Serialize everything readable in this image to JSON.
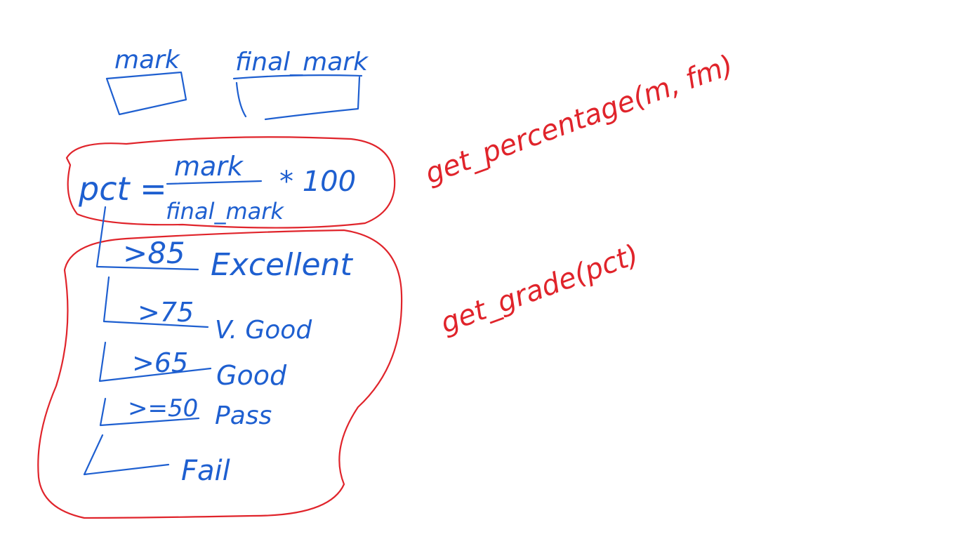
{
  "variables": {
    "mark_label": "mark",
    "final_mark_label": "final_mark"
  },
  "formula": {
    "lhs": "pct =",
    "numerator": "mark",
    "denominator": "final_mark",
    "multiplier": "* 100",
    "function_name": "get_percentage(m, fm)"
  },
  "grades": {
    "function_name": "get_grade(pct)",
    "rules": [
      {
        "condition": ">85",
        "label": "Excellent"
      },
      {
        "condition": ">75",
        "label": "V. Good"
      },
      {
        "condition": ">65",
        "label": "Good"
      },
      {
        "condition": ">=50",
        "label": "Pass"
      },
      {
        "condition": "",
        "label": "Fail"
      }
    ]
  },
  "colors": {
    "blue_ink": "#1e5fd0",
    "red_ink": "#e0242b"
  }
}
